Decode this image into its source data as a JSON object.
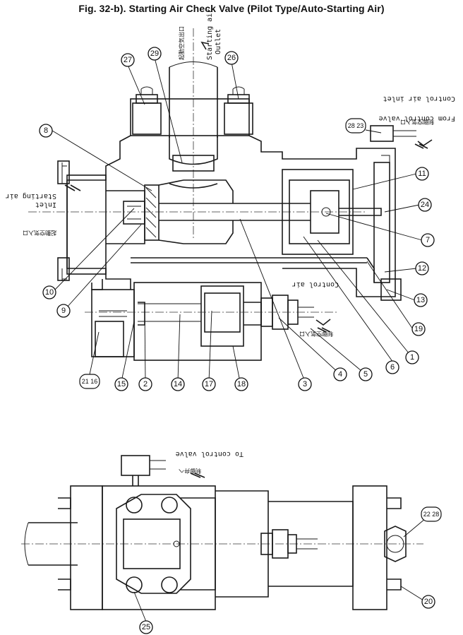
{
  "title": "Fig. 32-b).  Starting Air Check Valve (Pilot Type/Auto-Starting Air)",
  "labels": {
    "starting_air_outlet_line1": "Starting air",
    "starting_air_outlet_line2": "Outlet",
    "starting_air_outlet_jp": "起動空気出口",
    "starting_air_inlet_line1": "Starting air",
    "starting_air_inlet_line2": "Inlet",
    "starting_air_inlet_jp": "起動空気入口",
    "control_air_inlet_line1": "From control valve",
    "control_air_inlet_line2": "Control air inlet",
    "control_air_inlet_jp": "制御空気入口",
    "control_air_side": "Control air",
    "control_air_side_jp": "制御空気入口",
    "to_control_valve": "To control valve",
    "to_control_valve_jp": "制御弁へ"
  },
  "part_numbers": {
    "p27": "27",
    "p29": "29",
    "p26": "26",
    "p2823": "28 23",
    "p8": "8",
    "p11": "11",
    "p24": "24",
    "p7": "7",
    "p12": "12",
    "p13": "13",
    "p19": "19",
    "p1": "1",
    "p6": "6",
    "p5": "5",
    "p4": "4",
    "p3": "3",
    "p18": "18",
    "p17": "17",
    "p14": "14",
    "p2": "2",
    "p15": "15",
    "p2116": "21 16",
    "p9": "9",
    "p10": "10",
    "p2228": "22 28",
    "p20": "20",
    "p25": "25"
  }
}
